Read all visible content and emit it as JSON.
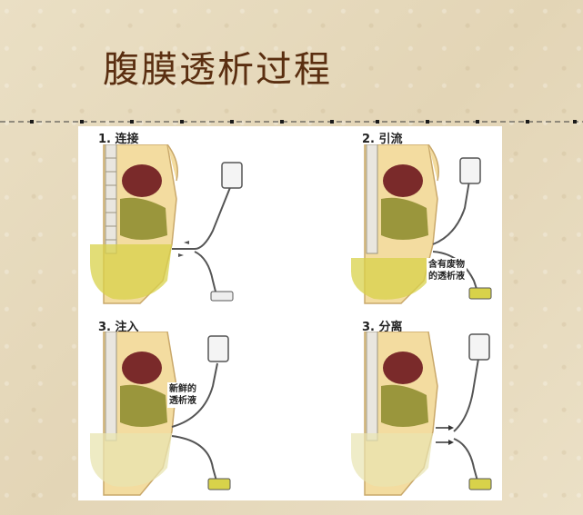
{
  "page": {
    "title": "腹膜透析过程"
  },
  "steps": [
    {
      "label": "1. 连接",
      "callout": ""
    },
    {
      "label": "2. 引流",
      "callout_line1": "含有废物",
      "callout_line2": "的透析液"
    },
    {
      "label": "3. 注入",
      "callout_line1": "新鲜的",
      "callout_line2": "透析液"
    },
    {
      "label": "3. 分离",
      "callout": ""
    }
  ],
  "colors": {
    "title": "#5a2e10",
    "skin": "#f3dca0",
    "abdomen_fluid": "#d8d24a",
    "organ_dark": "#7a2a2a",
    "intestine": "#8a8a2a",
    "spine": "#e9e6df"
  }
}
